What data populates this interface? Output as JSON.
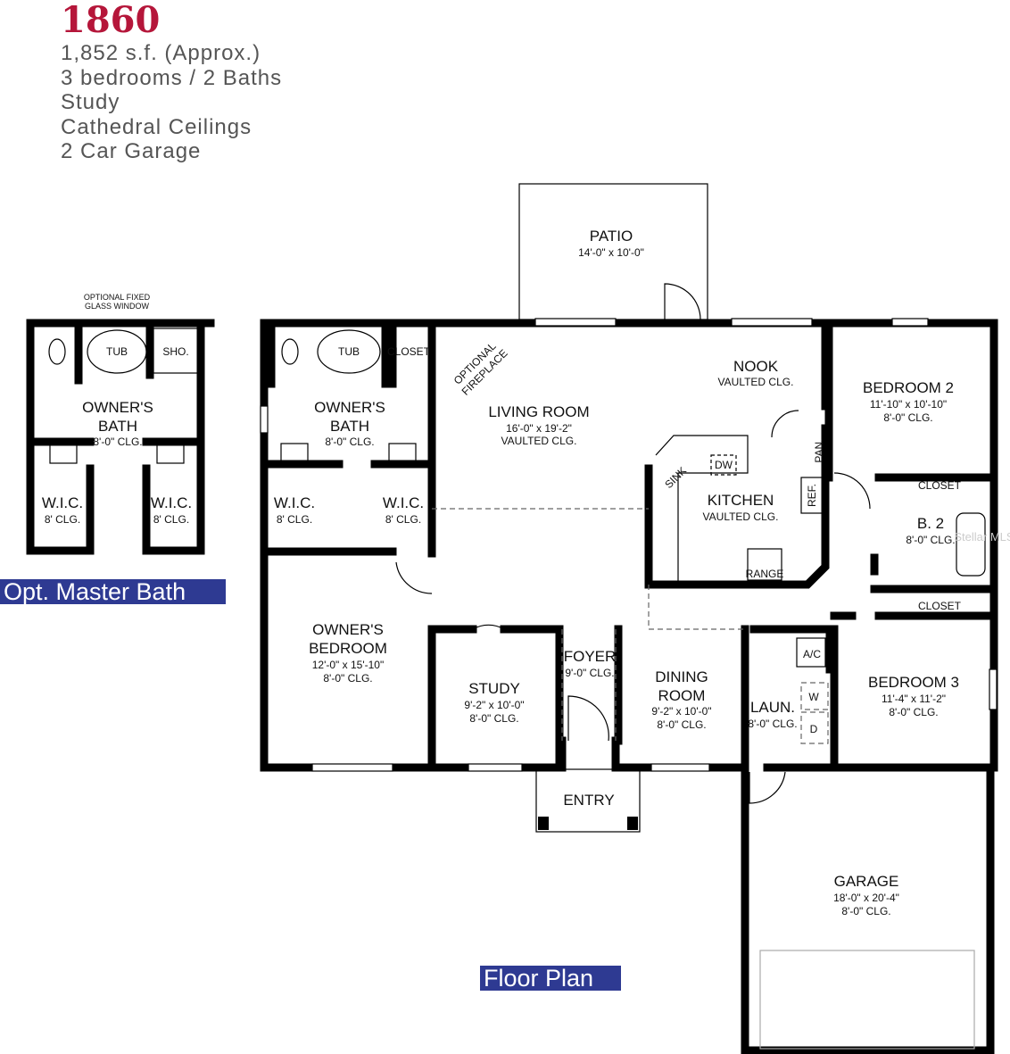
{
  "header": {
    "plan_number": "1860",
    "features": [
      "1,852 s.f. (Approx.)",
      "3 bedrooms / 2 Baths",
      "Study",
      "Cathedral Ceilings",
      "2 Car Garage"
    ]
  },
  "labels": {
    "opt_master_bath": "Opt. Master Bath",
    "floor_plan": "Floor Plan",
    "optional_window": [
      "OPTIONAL FIXED",
      "GLASS WINDOW"
    ],
    "optional_fireplace": [
      "OPTIONAL",
      "FIREPLACE"
    ],
    "watermark": "Stellar MLS"
  },
  "rooms": {
    "patio": {
      "name": "PATIO",
      "size": "14'-0\" x 10'-0\""
    },
    "living": {
      "name": "LIVING ROOM",
      "size": "16'-0\" x 19'-2\"",
      "clg": "VAULTED CLG."
    },
    "nook": {
      "name": "NOOK",
      "clg": "VAULTED CLG."
    },
    "kitchen": {
      "name": "KITCHEN",
      "clg": "VAULTED CLG."
    },
    "bed2": {
      "name": "BEDROOM 2",
      "size": "11'-10\" x 10'-10\"",
      "clg": "8'-0\" CLG."
    },
    "bath2": {
      "name": "B. 2",
      "clg": "8'-0\" CLG."
    },
    "bed3": {
      "name": "BEDROOM 3",
      "size": "11'-4\" x 11'-2\"",
      "clg": "8'-0\" CLG."
    },
    "owner_bath": {
      "name1": "OWNER'S",
      "name2": "BATH",
      "clg": "8'-0\" CLG."
    },
    "wic": {
      "name": "W.I.C.",
      "clg": "8' CLG."
    },
    "owner_bed": {
      "name1": "OWNER'S",
      "name2": "BEDROOM",
      "size": "12'-0\" x 15'-10\"",
      "clg": "8'-0\" CLG."
    },
    "study": {
      "name": "STUDY",
      "size": "9'-2\" x 10'-0\"",
      "clg": "8'-0\" CLG."
    },
    "foyer": {
      "name": "FOYER",
      "clg": "9'-0\" CLG."
    },
    "dining": {
      "name1": "DINING",
      "name2": "ROOM",
      "size": "9'-2\" x 10'-0\"",
      "clg": "8'-0\" CLG."
    },
    "laundry": {
      "name": "LAUN.",
      "clg": "8'-0\" CLG."
    },
    "entry": {
      "name": "ENTRY"
    },
    "garage": {
      "name": "GARAGE",
      "size": "18'-0\" x 20'-4\"",
      "clg": "8'-0\" CLG."
    }
  },
  "fixtures": {
    "tub": "TUB",
    "shower": "SHO.",
    "closet": "CLOSET",
    "sink": "SINK",
    "dw": "DW",
    "range": "RANGE",
    "ref": "REF.",
    "pantry": "PAN.",
    "ac": "A/C",
    "washer": "W",
    "dryer": "D"
  }
}
